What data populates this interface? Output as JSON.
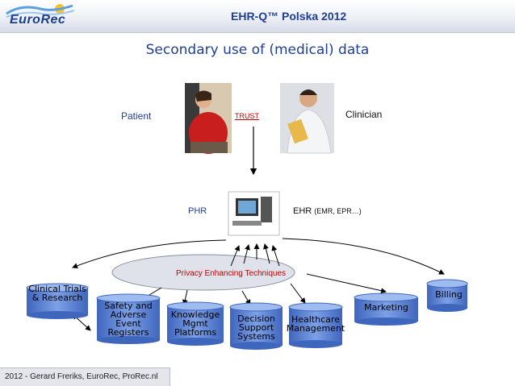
{
  "header": {
    "logo_text": "EuroRec",
    "title": "EHR-Q™ Polska 2012"
  },
  "main_title": "Secondary use of (medical) data",
  "labels": {
    "patient": "Patient",
    "trust": "TRUST",
    "clinician": "Clinician",
    "phr": "PHR",
    "ehr": "EHR",
    "ehr_detail": "(EMR, EPR…)",
    "pet": "Privacy Enhancing Techniques"
  },
  "databases": [
    {
      "label": "Clinical Trials\n& Research"
    },
    {
      "label": "Safety and\nAdverse\nEvent\nRegisters"
    },
    {
      "label": "Knowledge\nMgmt\nPlatforms"
    },
    {
      "label": "Decision\nSupport\nSystems"
    },
    {
      "label": "Healthcare\nManagement"
    },
    {
      "label": "Marketing"
    },
    {
      "label": "Billing"
    }
  ],
  "footer": {
    "text": "2012 - Gerard Freriks, EuroRec, ProRec.nl"
  },
  "colors": {
    "accent": "#1f3f96",
    "trust": "#c00000",
    "cylinder": "#5b82d4",
    "ellipse": "#dfe2ea"
  }
}
